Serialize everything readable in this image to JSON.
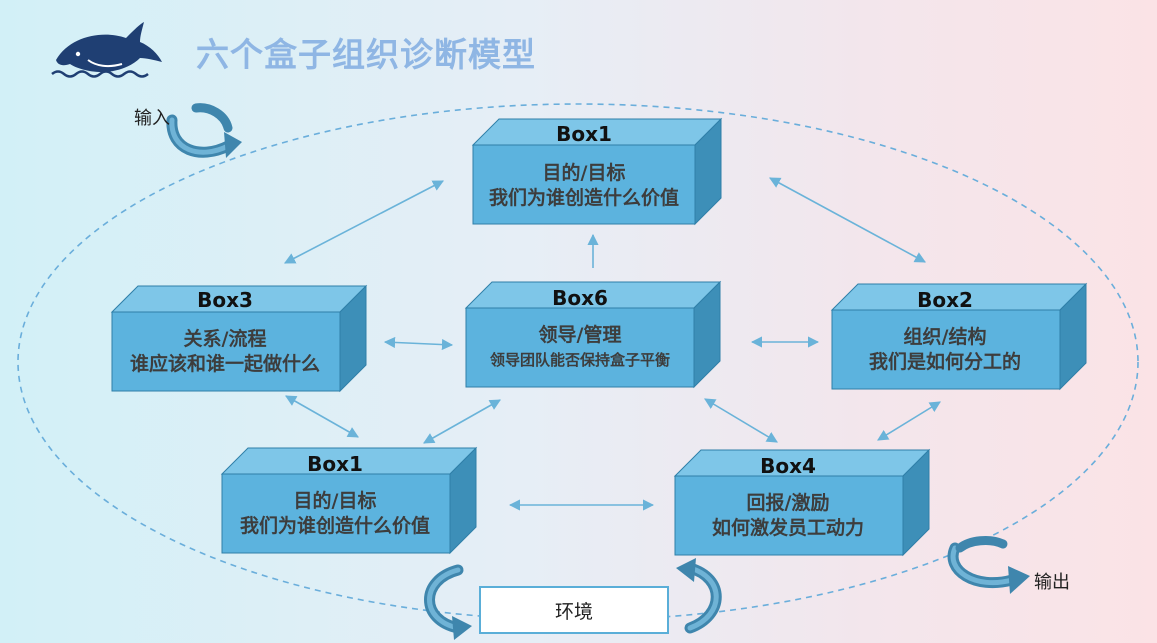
{
  "header": {
    "title": "六个盒子组织诊断模型"
  },
  "labels": {
    "input": "输入",
    "output": "输出",
    "environment": "环境"
  },
  "boxes": {
    "box1_top": {
      "label": "Box1",
      "line1": "目的/目标",
      "line2": "我们为谁创造什么价值"
    },
    "box3": {
      "label": "Box3",
      "line1": "关系/流程",
      "line2": "谁应该和谁一起做什么"
    },
    "box6": {
      "label": "Box6",
      "line1": "领导/管理",
      "line2": "领导团队能否保持盒子平衡"
    },
    "box2": {
      "label": "Box2",
      "line1": "组织/结构",
      "line2": "我们是如何分工的"
    },
    "box1_bottom": {
      "label": "Box1",
      "line1": "目的/目标",
      "line2": "我们为谁创造什么价值"
    },
    "box4": {
      "label": "Box4",
      "line1": "回报/激励",
      "line2": "如何激发员工动力"
    }
  },
  "colors": {
    "box_front": "#5cb3de",
    "box_top": "#7ec6e8",
    "box_side": "#3d8fb8",
    "arrow": "#6ab3d9",
    "ellipse": "#6aaedb",
    "curl": "#3f86ad",
    "title": "#8fb6e4"
  }
}
